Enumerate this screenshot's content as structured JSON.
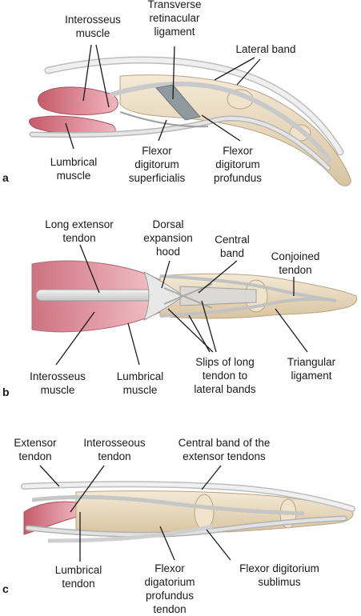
{
  "panels": [
    {
      "letter": "a",
      "labels": [
        {
          "id": "interosseus-muscle",
          "lines": [
            "Interosseus",
            "muscle"
          ]
        },
        {
          "id": "transverse-retinacular-ligament",
          "lines": [
            "Transverse",
            "retinacular",
            "ligament"
          ]
        },
        {
          "id": "lateral-band",
          "lines": [
            "Lateral band"
          ]
        },
        {
          "id": "lumbrical-muscle",
          "lines": [
            "Lumbrical",
            "muscle"
          ]
        },
        {
          "id": "flexor-digitorum-superficialis",
          "lines": [
            "Flexor",
            "digitorum",
            "superficialis"
          ]
        },
        {
          "id": "flexor-digitorum-profundus",
          "lines": [
            "Flexor",
            "digitorum",
            "profundus"
          ]
        }
      ]
    },
    {
      "letter": "b",
      "labels": [
        {
          "id": "long-extensor-tendon",
          "lines": [
            "Long extensor",
            "tendon"
          ]
        },
        {
          "id": "dorsal-expansion-hood",
          "lines": [
            "Dorsal",
            "expansion",
            "hood"
          ]
        },
        {
          "id": "central-band",
          "lines": [
            "Central",
            "band"
          ]
        },
        {
          "id": "conjoined-tendon",
          "lines": [
            "Conjoined",
            "tendon"
          ]
        },
        {
          "id": "interosseus-muscle-b",
          "lines": [
            "Interosseus",
            "muscle"
          ]
        },
        {
          "id": "lumbrical-muscle-b",
          "lines": [
            "Lumbrical",
            "muscle"
          ]
        },
        {
          "id": "slips-of-long-tendon",
          "lines": [
            "Slips of long",
            "tendon to",
            "lateral bands"
          ]
        },
        {
          "id": "triangular-ligament",
          "lines": [
            "Triangular",
            "ligament"
          ]
        }
      ]
    },
    {
      "letter": "c",
      "labels": [
        {
          "id": "extensor-tendon",
          "lines": [
            "Extensor",
            "tendon"
          ]
        },
        {
          "id": "interosseous-tendon",
          "lines": [
            "Interosseous",
            "tendon"
          ]
        },
        {
          "id": "central-band-extensor",
          "lines": [
            "Central band of the",
            "extensor tendons"
          ]
        },
        {
          "id": "lumbrical-tendon",
          "lines": [
            "Lumbrical",
            "tendon"
          ]
        },
        {
          "id": "flexor-digatorium-profundus",
          "lines": [
            "Flexor",
            "digatorium",
            "profundus",
            "tendon"
          ]
        },
        {
          "id": "flexor-digitorium-sublimus",
          "lines": [
            "Flexor digitorium",
            "sublimus"
          ]
        }
      ]
    }
  ],
  "colors": {
    "muscle": "#d9727f",
    "muscle_light": "#eeb5bc",
    "tendon": "#dcdcdc",
    "tendon_edge": "#9a9a9a",
    "bone": "#eadcc3",
    "bone_edge": "#b8a383",
    "leader": "#1a1a1a"
  }
}
